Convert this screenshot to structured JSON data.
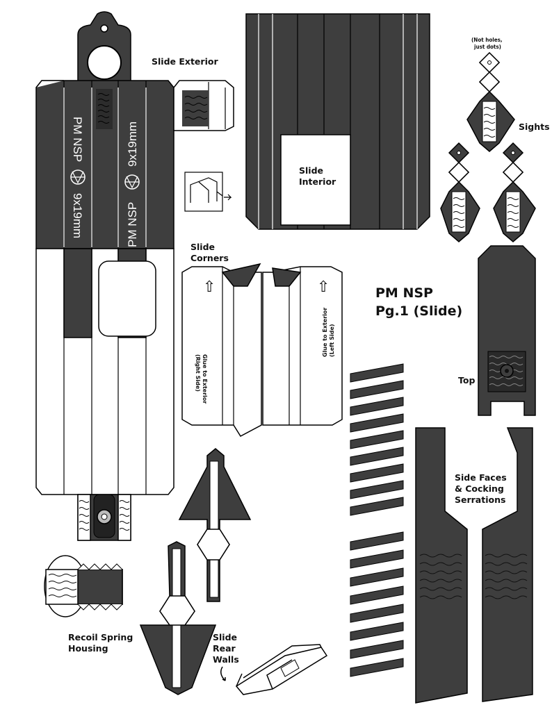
{
  "document": {
    "title_line1": "PM NSP",
    "title_line2": "Pg.1 (Slide)"
  },
  "labels": {
    "slide_exterior": "Slide Exterior",
    "slide_interior_1": "Slide",
    "slide_interior_2": "Interior",
    "slide_corners_1": "Slide",
    "slide_corners_2": "Corners",
    "sights": "Sights",
    "sights_note_1": "(Not holes,",
    "sights_note_2": "just dots)",
    "top": "Top",
    "side_faces_1": "Side Faces",
    "side_faces_2": "& Cocking",
    "side_faces_3": "Serrations",
    "recoil_1": "Recoil Spring",
    "recoil_2": "Housing",
    "rear_walls_1": "Slide",
    "rear_walls_2": "Rear",
    "rear_walls_3": "Walls"
  },
  "slide_markings": {
    "left_strip_1": "PM NSP",
    "left_strip_2": "9x19mm",
    "right_strip_1": "9x19mm",
    "right_strip_2": "PM NSP"
  },
  "corner_glue": {
    "right_1": "Glue to Exterior",
    "right_2": "(Right Side)",
    "left_1": "Glue to Exterior",
    "left_2": "(Left Side)"
  },
  "arrow_symbol": "⇧",
  "colors": {
    "dark_panel": "#3e3e3e",
    "paper": "#ffffff",
    "ink": "#111111"
  }
}
